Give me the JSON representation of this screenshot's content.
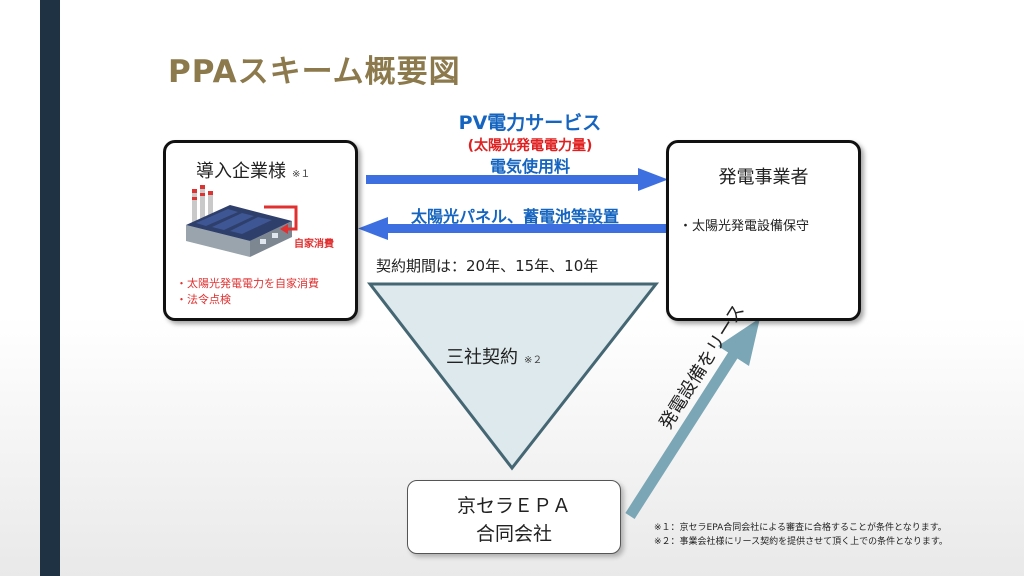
{
  "title": "PPAスキーム概要図",
  "client_box": {
    "title": "導入企業様",
    "note": "※１",
    "self_consumption_label": "自家消費",
    "bullets": [
      "・太陽光発電電力を自家消費",
      "・法令点検"
    ]
  },
  "generator_box": {
    "title": "発電事業者",
    "bullet": "・太陽光発電設備保守"
  },
  "kyocera_box": {
    "line1": "京セラＥＰＡ",
    "line2": "合同会社"
  },
  "arrows": {
    "pv_service": "PV電力サービス",
    "pv_service_sub": "(太陽光発電電力量)",
    "fee": "電気使用料",
    "panel_install": "太陽光パネル、蓄電池等設置",
    "lease": "発電設備をリース"
  },
  "contract": {
    "period": "契約期間は：20年、15年、10年",
    "three_party": "三社契約",
    "note": "※２"
  },
  "footnotes": [
    "※１：京セラEPA合同会社による審査に合格することが条件となります。",
    "※２：事業会社様にリース契約を提供させて頂く上での条件となります。"
  ],
  "colors": {
    "title": "#8c7a4d",
    "blue": "#1565c0",
    "red": "#e03030",
    "triangle_fill": "#dde9ec",
    "triangle_stroke": "#456673",
    "lease_arrow": "#7aa6b5",
    "sidebar": "#1f3244"
  }
}
